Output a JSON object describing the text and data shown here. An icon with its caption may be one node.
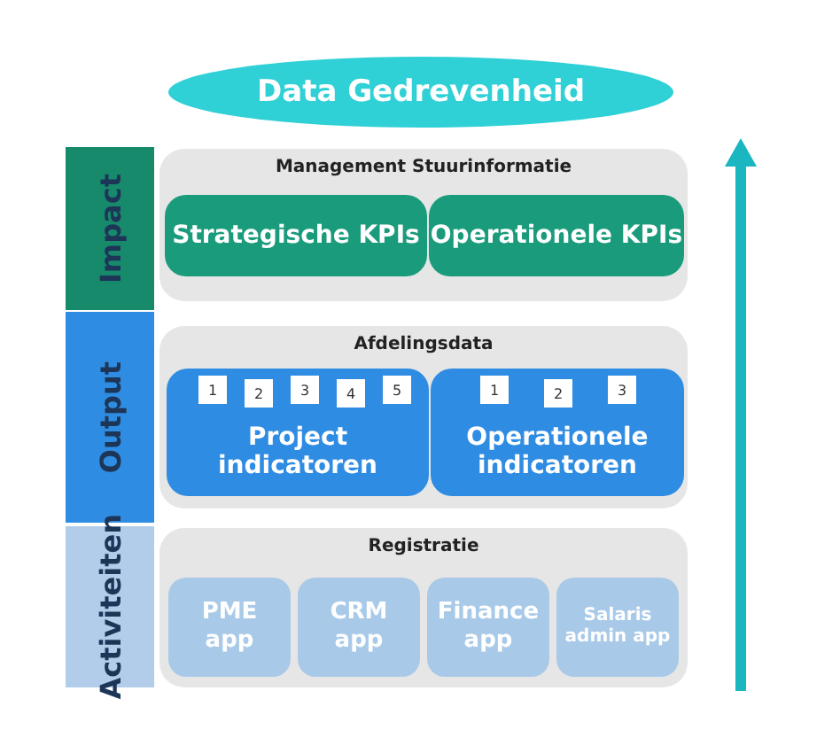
{
  "diagram": {
    "nodes": [
      {
        "text": [
          "Data Gedrevenheid"
        ]
      },
      {
        "text": [
          "Impact"
        ]
      },
      {
        "text": [
          "Output"
        ]
      },
      {
        "text": [
          "Activiteiten"
        ]
      },
      {
        "text": [
          "Management Stuurinformatie"
        ]
      },
      {
        "text": [
          "Strategische KPIs"
        ],
        "in": 4
      },
      {
        "text": [
          "Operationele KPIs"
        ],
        "in": 4
      },
      {
        "text": [
          "Afdelingsdata"
        ]
      },
      {
        "text": [
          "Project indicatoren"
        ],
        "in": 7
      },
      {
        "text": [
          "1"
        ],
        "in": 8
      },
      {
        "text": [
          "2"
        ],
        "in": 8
      },
      {
        "text": [
          "3"
        ],
        "in": 8
      },
      {
        "text": [
          "4"
        ],
        "in": 8
      },
      {
        "text": [
          "5"
        ],
        "in": 8
      },
      {
        "text": [
          "Operationele indicatoren"
        ],
        "in": 7
      },
      {
        "text": [
          "1"
        ],
        "in": 14
      },
      {
        "text": [
          "2"
        ],
        "in": 14
      },
      {
        "text": [
          "3"
        ],
        "in": 14
      },
      {
        "text": [
          "Registratie"
        ]
      },
      {
        "text": [
          "PME app"
        ],
        "in": 18
      },
      {
        "text": [
          "CRM app"
        ],
        "in": 18
      },
      {
        "text": [
          "Finance app"
        ],
        "in": 18
      },
      {
        "text": [
          "Salaris admin app"
        ],
        "in": 18
      }
    ],
    "edges": []
  }
}
